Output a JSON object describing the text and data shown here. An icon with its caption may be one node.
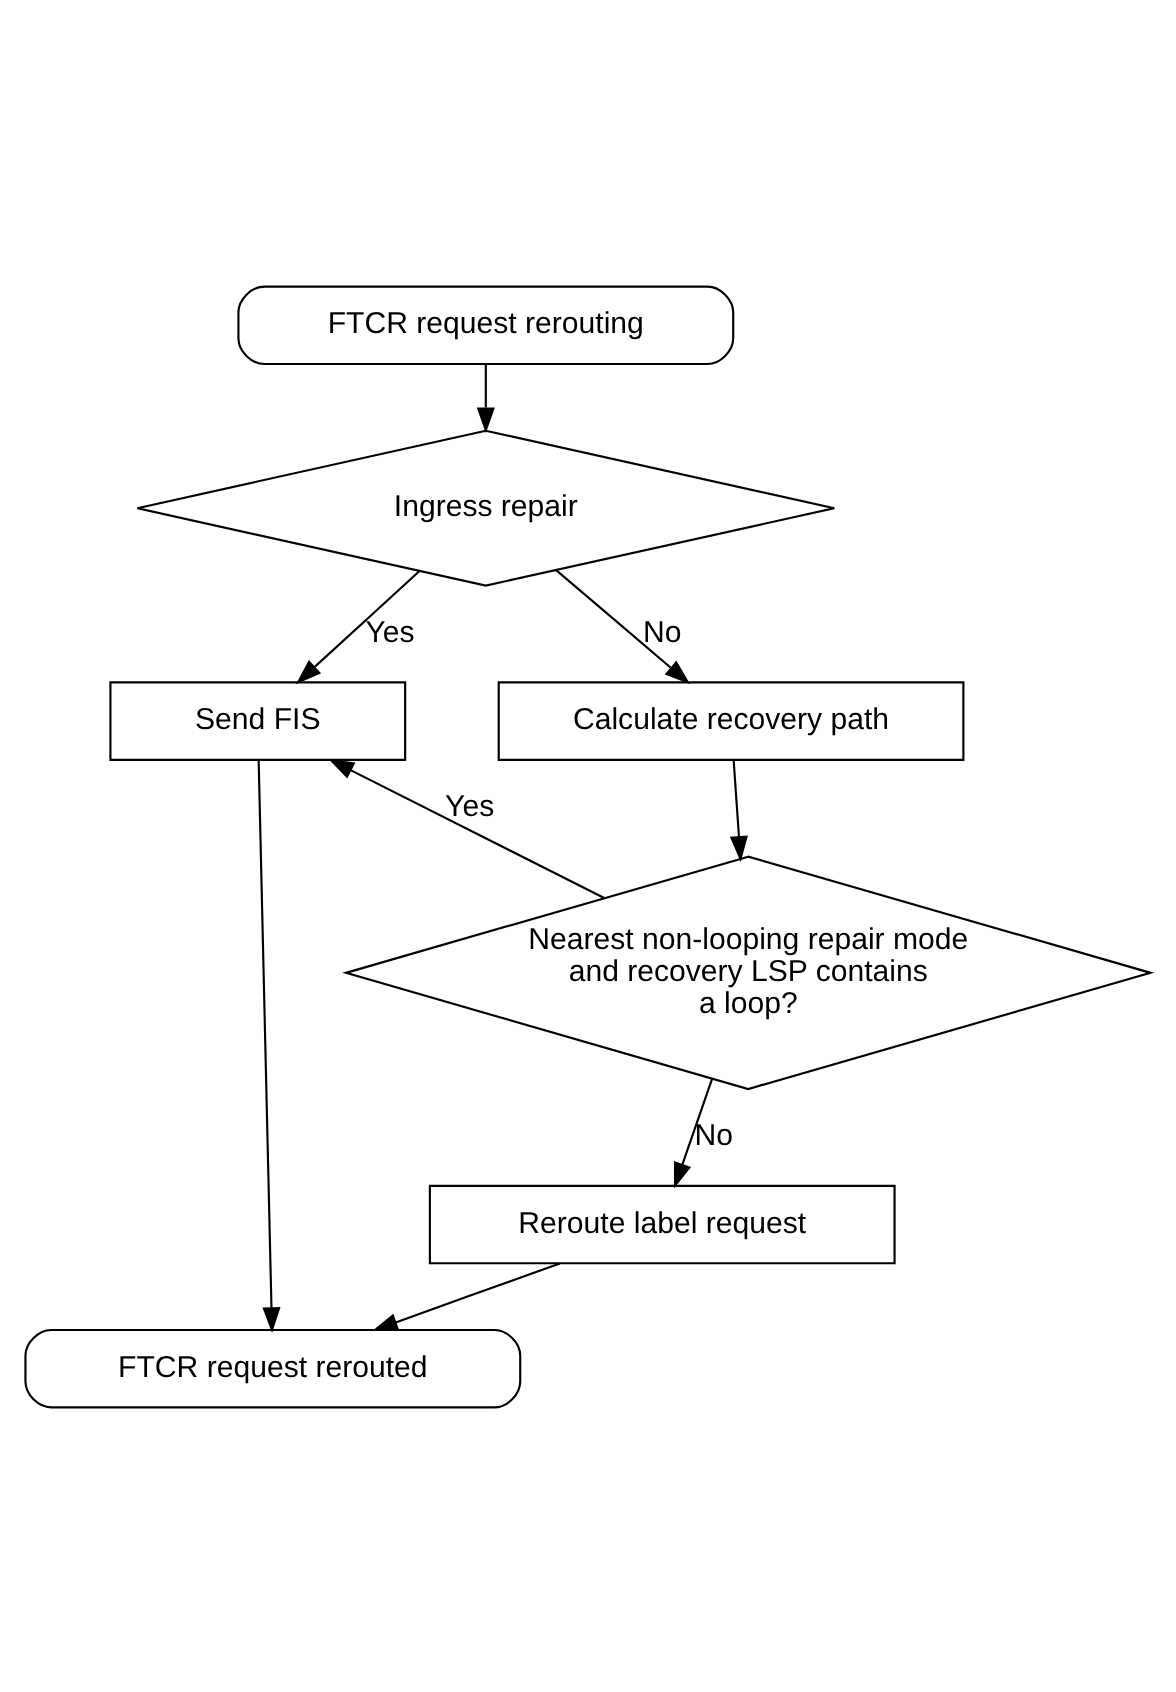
{
  "diagram": {
    "nodes": [
      {
        "text": [
          "FTCR request rerouting"
        ]
      },
      {
        "text": [
          "Ingress repair"
        ]
      },
      {
        "text": [
          "Send FIS"
        ]
      },
      {
        "text": [
          "Calculate recovery path"
        ]
      },
      {
        "text": [
          "Nearest non-looping repair mode and recovery LSP contains a loop?"
        ]
      },
      {
        "text": [
          "Reroute label request"
        ]
      },
      {
        "text": [
          "FTCR request rerouted"
        ]
      }
    ],
    "edges": [
      {
        "from": 0,
        "to": 1,
        "arrow": "to"
      },
      {
        "from": 1,
        "to": 2,
        "arrow": "to",
        "label": "Yes"
      },
      {
        "from": 1,
        "to": 3,
        "arrow": "to",
        "label": "No"
      },
      {
        "from": 3,
        "to": 4,
        "arrow": "to"
      },
      {
        "from": 4,
        "to": 2,
        "arrow": "to",
        "label": "Yes"
      },
      {
        "from": 4,
        "to": 5,
        "arrow": "to",
        "label": "No"
      },
      {
        "from": 5,
        "to": 6,
        "arrow": "to"
      },
      {
        "from": 2,
        "to": 6,
        "arrow": "to"
      }
    ]
  }
}
